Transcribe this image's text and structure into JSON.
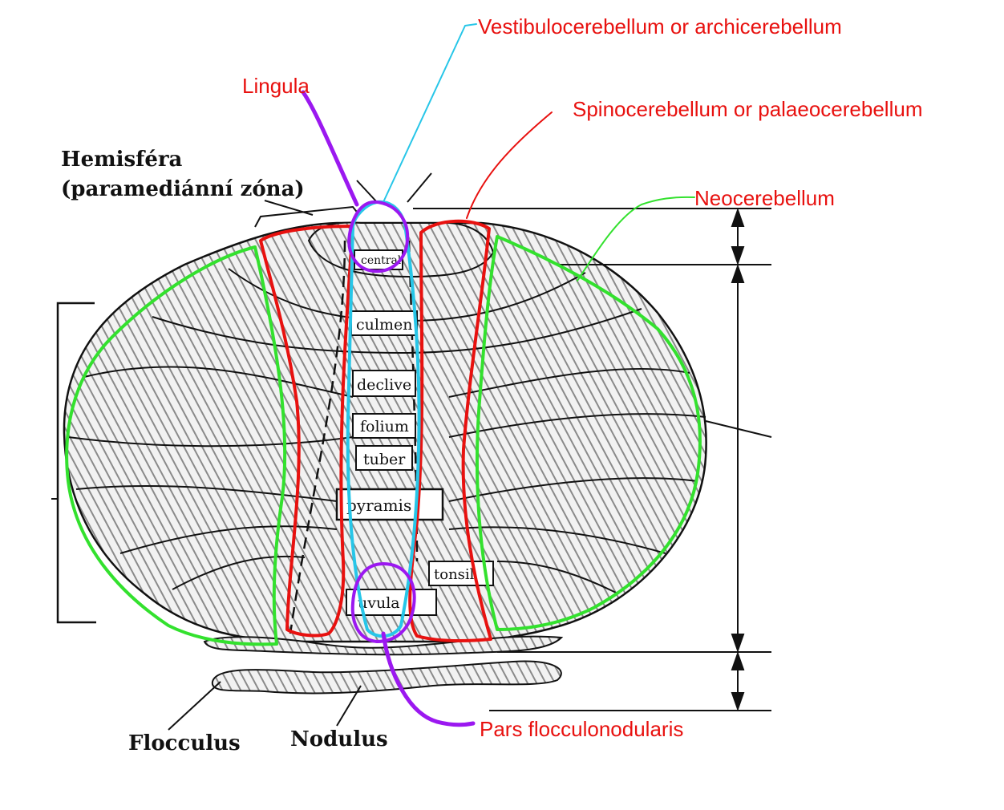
{
  "colors": {
    "red": "#e8110f",
    "green": "#33e12e",
    "blue": "#27c6e8",
    "purple": "#9b18f0",
    "ink": "#111111"
  },
  "labels": {
    "vestibulo": "Vestibulocerebellum or archicerebellum",
    "lingula": "Lingula",
    "spino": "Spinocerebellum or palaeocerebellum",
    "neo": "Neocerebellum",
    "pars": "Pars flocculonodularis",
    "hemisfera": "Hemisféra",
    "paramedianni": "(paramediánní zóna)",
    "flocculus": "Flocculus",
    "nodulus": "Nodulus"
  },
  "boxes": {
    "centralis": "central",
    "culmen": "culmen",
    "declive": "declive",
    "folium": "folium",
    "tuber": "tuber",
    "pyramis": "pyramis",
    "tonsilla": "tonsil",
    "uvula": "uvula"
  }
}
